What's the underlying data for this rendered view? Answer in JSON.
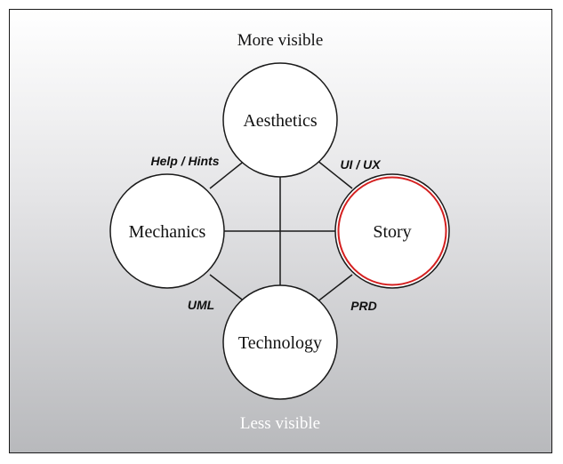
{
  "diagram": {
    "top_label": "More visible",
    "bottom_label": "Less visible",
    "nodes": {
      "aesthetics": "Aesthetics",
      "mechanics": "Mechanics",
      "story": "Story",
      "technology": "Technology"
    },
    "edge_labels": {
      "mechanics_aesthetics": "Help / Hints",
      "aesthetics_story": "UI / UX",
      "mechanics_technology": "UML",
      "technology_story": "PRD"
    },
    "highlighted_node": "story",
    "colors": {
      "highlight": "#d42020",
      "node_fill": "#ffffff",
      "line": "#1a1a1a"
    }
  }
}
